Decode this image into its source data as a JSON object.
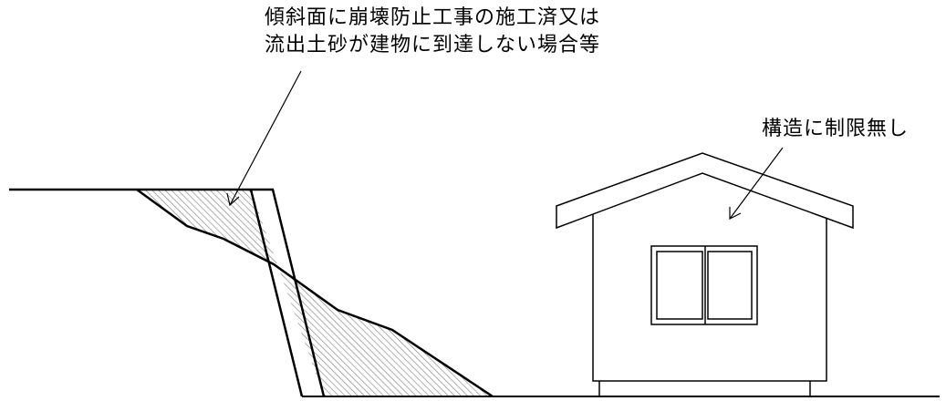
{
  "annotations": {
    "slope_line1": "傾斜面に崩壊防止工事の施工済又は",
    "slope_line2": "流出土砂が建物に到達しない場合等",
    "house": "構造に制限無し"
  },
  "colors": {
    "stroke": "#000000",
    "hatch": "#7a7a7a",
    "background": "#ffffff"
  }
}
